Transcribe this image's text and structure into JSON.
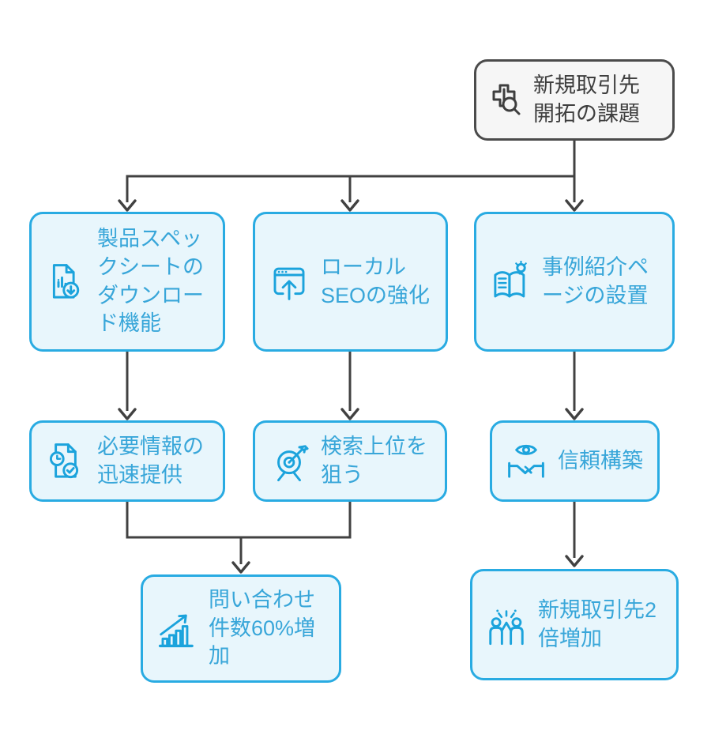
{
  "colors": {
    "accent_border": "#29abe2",
    "accent_fill": "#e8f6fc",
    "accent_text": "#38a6d9",
    "accent_icon": "#1ba3dc",
    "root_border": "#4b4b4b",
    "root_fill": "#f6f6f6",
    "root_text": "#3e3e3e",
    "connector": "#414141",
    "background": "#ffffff"
  },
  "nodes": {
    "root": {
      "label": "新規取引先\n開拓の課題",
      "icon": "business-search-icon"
    },
    "spec_sheet": {
      "label": "製品スペッ\nクシートの\nダウンロー\nド機能",
      "icon": "document-download-icon"
    },
    "local_seo": {
      "label": "ローカル\nSEOの強化",
      "icon": "browser-up-arrow-icon"
    },
    "case_page": {
      "label": "事例紹介ペ\nージの設置",
      "icon": "book-idea-icon"
    },
    "quick_info": {
      "label": "必要情報の\n迅速提供",
      "icon": "document-clock-check-icon"
    },
    "search_rank": {
      "label": "検索上位を\n狙う",
      "icon": "target-arrow-icon"
    },
    "trust": {
      "label": "信頼構築",
      "icon": "trust-handshake-icon"
    },
    "inquiry": {
      "label": "問い合わせ\n件数60%増\n加",
      "icon": "growth-chart-icon"
    },
    "new_clients": {
      "label": "新規取引先2\n倍増加",
      "icon": "people-celebrate-icon"
    }
  },
  "edges": [
    {
      "from": "root",
      "to": "spec_sheet"
    },
    {
      "from": "root",
      "to": "local_seo"
    },
    {
      "from": "root",
      "to": "case_page"
    },
    {
      "from": "spec_sheet",
      "to": "quick_info"
    },
    {
      "from": "local_seo",
      "to": "search_rank"
    },
    {
      "from": "case_page",
      "to": "trust"
    },
    {
      "from": "quick_info",
      "to": "inquiry"
    },
    {
      "from": "search_rank",
      "to": "inquiry"
    },
    {
      "from": "trust",
      "to": "new_clients"
    }
  ]
}
